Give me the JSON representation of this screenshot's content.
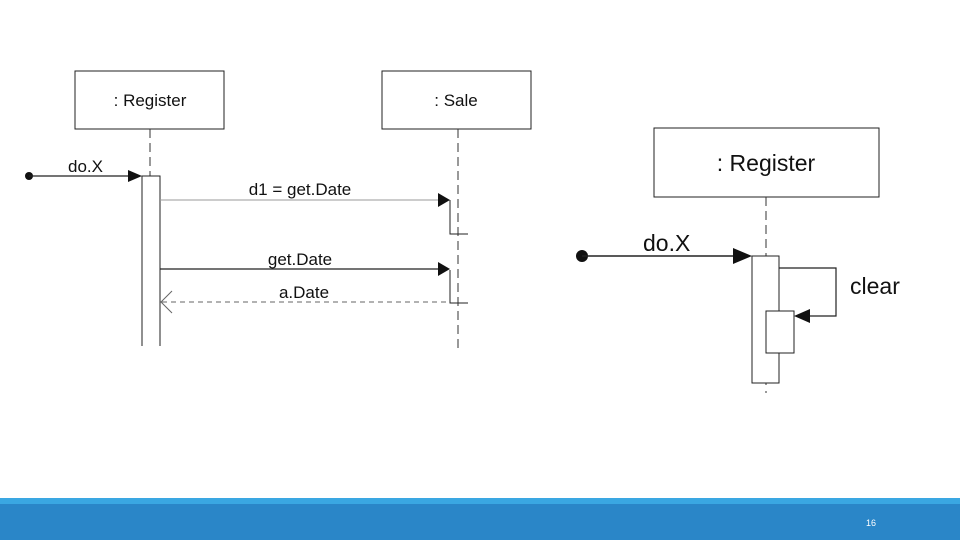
{
  "left_diagram": {
    "register_label": ": Register",
    "sale_label": ": Sale",
    "dox_label": "do.X",
    "msg1_label": "d1 = get.Date",
    "msg2_label": "get.Date",
    "return_label": "a.Date"
  },
  "right_diagram": {
    "register_label": ": Register",
    "dox_label": "do.X",
    "self_label": "clear"
  },
  "footer": {
    "page_number": "16"
  },
  "colors": {
    "line": "#222222",
    "footer_band": "#2a86c8",
    "footer_accent": "#3aa7e2"
  }
}
